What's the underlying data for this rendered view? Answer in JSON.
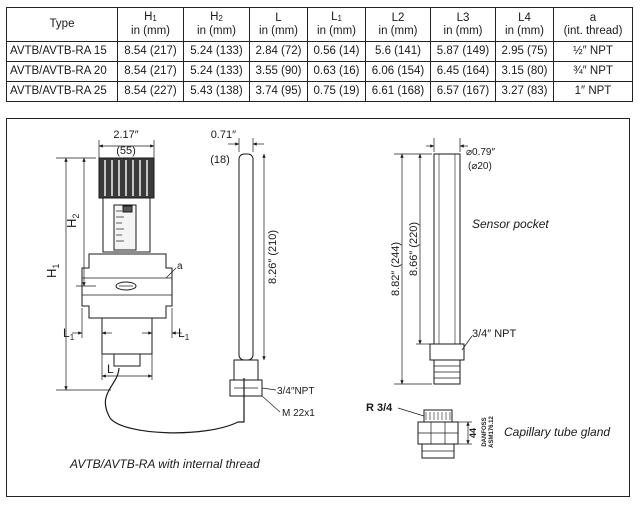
{
  "table": {
    "headers": [
      {
        "main": "Type",
        "sub": "",
        "unit": ""
      },
      {
        "main": "H",
        "sub": "1",
        "unit": "in (mm)"
      },
      {
        "main": "H",
        "sub": "2",
        "unit": "in (mm)"
      },
      {
        "main": "L",
        "sub": "",
        "unit": "in (mm)"
      },
      {
        "main": "L",
        "sub": "1",
        "unit": "in (mm)"
      },
      {
        "main": "L2",
        "sub": "",
        "unit": "in (mm)"
      },
      {
        "main": "L3",
        "sub": "",
        "unit": "in (mm)"
      },
      {
        "main": "L4",
        "sub": "",
        "unit": "in (mm)"
      },
      {
        "main": "a",
        "sub": "",
        "unit": "(int. thread)"
      }
    ],
    "rows": [
      [
        "AVTB/AVTB-RA 15",
        "8.54 (217)",
        "5.24 (133)",
        "2.84 (72)",
        "0.56 (14)",
        "5.6 (141)",
        "5.87 (149)",
        "2.95 (75)",
        "½″ NPT"
      ],
      [
        "AVTB/AVTB-RA 20",
        "8.54 (217)",
        "5.24 (133)",
        "3.55 (90)",
        "0.63 (16)",
        "6.06 (154)",
        "6.45 (164)",
        "3.15 (80)",
        "¾″ NPT"
      ],
      [
        "AVTB/AVTB-RA 25",
        "8.54 (227)",
        "5.43 (138)",
        "3.74 (95)",
        "0.75 (19)",
        "6.61 (168)",
        "6.57 (167)",
        "3.27 (83)",
        "1″ NPT"
      ]
    ]
  },
  "drawing": {
    "valve_width_in": "2.17″",
    "valve_width_mm": "(55)",
    "sensor_dia_in": "0.71″",
    "sensor_dia_mm": "(18)",
    "h1_label": "H",
    "h1_sub": "1",
    "h2_label": "H",
    "h2_sub": "2",
    "l_label": "L",
    "l1_label": "L",
    "l1_sub": "1",
    "a_label": "a",
    "sensor_length": "8.26″ (210)",
    "npt_label": "3/4″NPT",
    "m_label": "M  22x1",
    "left_caption": "AVTB/AVTB-RA with internal thread",
    "pocket_dia_in": "⌀0.79″",
    "pocket_dia_mm": "(⌀20)",
    "pocket_len_outer": "8.82″ (244)",
    "pocket_len_inner": "8.66″ (220)",
    "pocket_caption": "Sensor pocket",
    "pocket_npt": "3/4″ NPT",
    "gland_r_label": "R  3/4",
    "gland_dim": "44",
    "gland_mark_1": "DANFOSS",
    "gland_mark_2": "ASM176.12",
    "gland_caption": "Capillary tube gland"
  }
}
